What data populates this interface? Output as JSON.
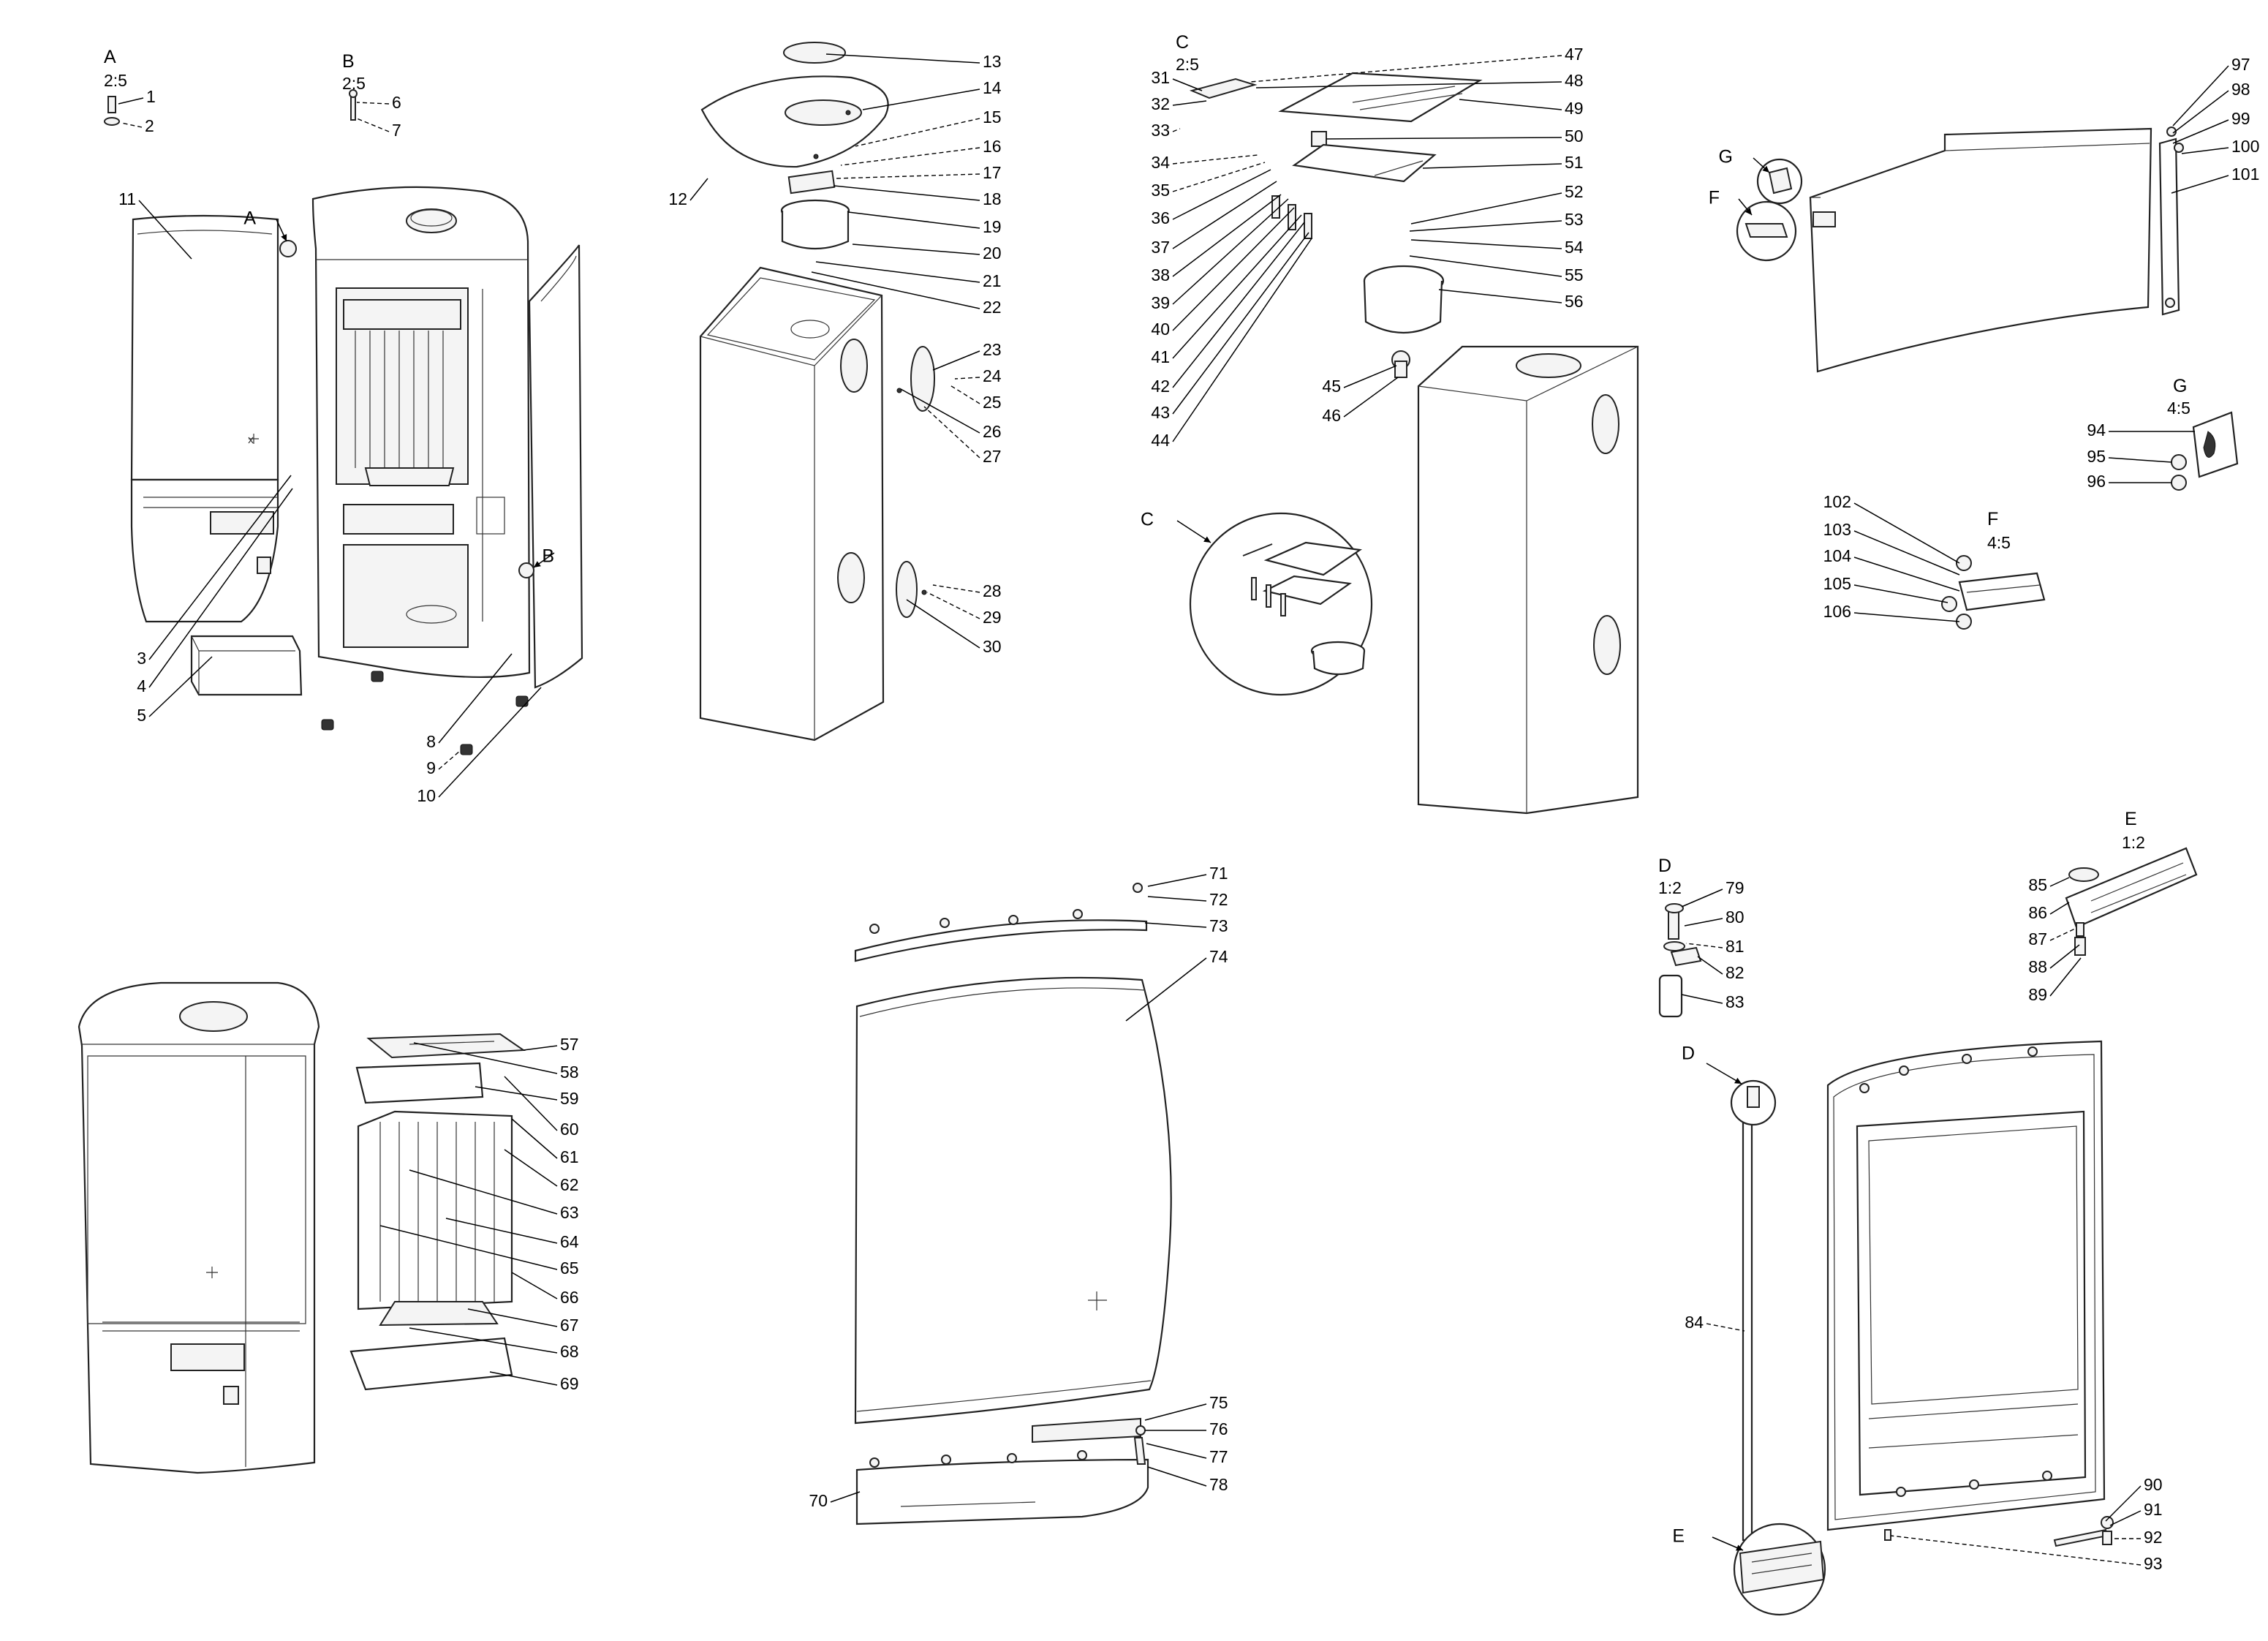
{
  "views": [
    {
      "letter": "A",
      "scale": "2:5"
    },
    {
      "letter": "B",
      "scale": "2:5"
    },
    {
      "letter": "C",
      "scale": "2:5"
    },
    {
      "letter": "G",
      "scale": "4:5"
    },
    {
      "letter": "F",
      "scale": "4:5"
    },
    {
      "letter": "D",
      "scale": "1:2"
    },
    {
      "letter": "E",
      "scale": "1:2"
    }
  ],
  "callouts": [
    {
      "letter": "A"
    },
    {
      "letter": "B"
    },
    {
      "letter": "C"
    },
    {
      "letter": "G"
    },
    {
      "letter": "F"
    },
    {
      "letter": "D"
    },
    {
      "letter": "E"
    }
  ],
  "part_numbers": [
    "1",
    "2",
    "3",
    "4",
    "5",
    "6",
    "7",
    "8",
    "9",
    "10",
    "11",
    "12",
    "13",
    "14",
    "15",
    "16",
    "17",
    "18",
    "19",
    "20",
    "21",
    "22",
    "23",
    "24",
    "25",
    "26",
    "27",
    "28",
    "29",
    "30",
    "31",
    "32",
    "33",
    "34",
    "35",
    "36",
    "37",
    "38",
    "39",
    "40",
    "41",
    "42",
    "43",
    "44",
    "45",
    "46",
    "47",
    "48",
    "49",
    "50",
    "51",
    "52",
    "53",
    "54",
    "55",
    "56",
    "57",
    "58",
    "59",
    "60",
    "61",
    "62",
    "63",
    "64",
    "65",
    "66",
    "67",
    "68",
    "69",
    "70",
    "71",
    "72",
    "73",
    "74",
    "75",
    "76",
    "77",
    "78",
    "79",
    "80",
    "81",
    "82",
    "83",
    "84",
    "85",
    "86",
    "87",
    "88",
    "89",
    "90",
    "91",
    "92",
    "93",
    "94",
    "95",
    "96",
    "97",
    "98",
    "99",
    "100",
    "101",
    "102",
    "103",
    "104",
    "105",
    "106"
  ]
}
